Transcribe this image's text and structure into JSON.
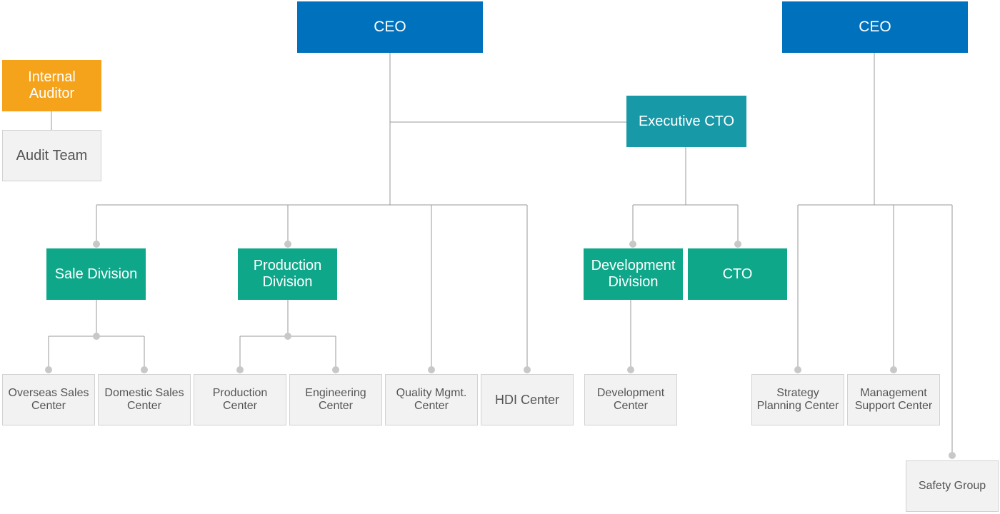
{
  "colors": {
    "ceo": "#0071bc",
    "executive": "#1899a8",
    "division": "#0ea78a",
    "auditor": "#f5a31a",
    "center_fill": "#f2f2f2",
    "connector": "#999999",
    "dot": "#c8c8c8"
  },
  "ceo_left": "CEO",
  "ceo_right": "CEO",
  "internal_auditor": "Internal\nAuditor",
  "audit_team": "Audit Team",
  "executive_cto": "Executive CTO",
  "divisions": {
    "sale": "Sale Division",
    "production": "Production\nDivision",
    "development": "Development\nDivision",
    "cto": "CTO"
  },
  "centers": {
    "overseas_sales": "Overseas Sales\nCenter",
    "domestic_sales": "Domestic Sales\nCenter",
    "production": "Production\nCenter",
    "engineering": "Engineering\nCenter",
    "quality_mgmt": "Quality Mgmt.\nCenter",
    "hdi": "HDI Center",
    "development": "Development\nCenter",
    "strategy_planning": "Strategy\nPlanning Center",
    "management_support": "Management\nSupport Center",
    "safety_group": "Safety Group"
  }
}
